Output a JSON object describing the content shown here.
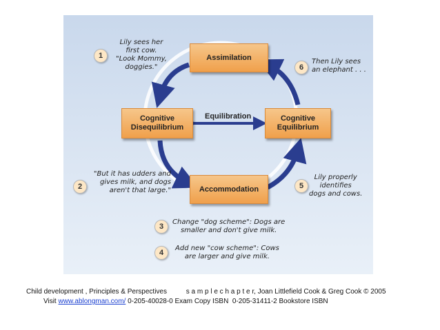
{
  "boxes": {
    "assimilation": "Assimilation",
    "disequilibrium": [
      "Cognitive",
      "Disequilibrium"
    ],
    "equilibrium": [
      "Cognitive",
      "Equilibrium"
    ],
    "accommodation": "Accommodation"
  },
  "equilibration_label": "Equilibration",
  "steps": [
    {
      "num": "1",
      "lines": [
        "Lily sees her",
        "first cow.",
        "\"Look Mommy,",
        "doggies.\""
      ]
    },
    {
      "num": "2",
      "lines": [
        "\"But it has udders and",
        "gives milk, and dogs",
        "aren't that large.\""
      ]
    },
    {
      "num": "3",
      "lines": [
        "Change \"dog scheme\": Dogs are",
        "smaller and don't give milk."
      ]
    },
    {
      "num": "4",
      "lines": [
        "Add new \"cow scheme\": Cows",
        "are larger and give milk."
      ]
    },
    {
      "num": "5",
      "lines": [
        "Lily properly",
        "identifies",
        "dogs and cows."
      ]
    },
    {
      "num": "6",
      "lines": [
        "Then Lily sees",
        "an elephant . . ."
      ]
    }
  ],
  "caption": {
    "line1": "Child development , Principles & Perspectives          s a m p l e c h a p t e r, Joan Littlefield Cook & Greg Cook © 2005",
    "line2_prefix": "Visit ",
    "link": "www.ablongman.com/",
    "line2_suffix": " 0-205-40028-0 Exam Copy ISBN  0-205-31411-2 Bookstore ISBN"
  },
  "colors": {
    "panel_top": "#cfdcee",
    "panel_bottom": "#e9f0f8",
    "box_fill": "#f4b36a",
    "arrow": "#2a3d8f",
    "link": "#1a3fd0"
  }
}
